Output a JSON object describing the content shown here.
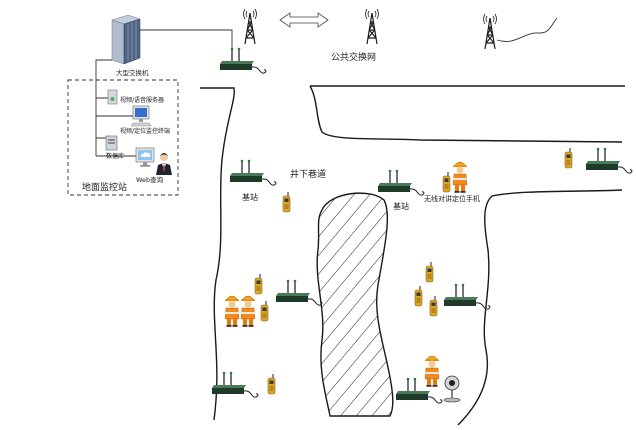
{
  "diagram": {
    "labels": {
      "switch": "大型交换机",
      "video_voice_server": "视频/语音服务器",
      "monitor_terminal": "视频/定位监控终端",
      "database": "数据库",
      "web_query": "Web查询",
      "ground_station": "地面监控站",
      "public_network": "公共交换网",
      "roadway": "井下巷道",
      "base_station_left": "基站",
      "base_station_center": "基站",
      "intercom_phone": "无线对讲定位手机"
    },
    "icons": [
      "switch-server-icon",
      "server-icon",
      "monitor-icon",
      "database-icon",
      "web-monitor-icon",
      "person-icon",
      "tower-icon",
      "base-station-icon",
      "phone-icon",
      "worker-icon",
      "camera-icon",
      "double-arrow-icon"
    ]
  }
}
